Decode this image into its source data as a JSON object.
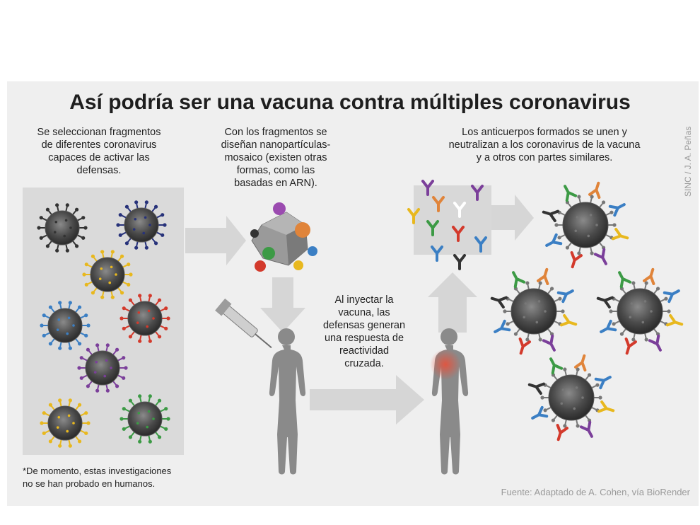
{
  "title": "Así podría ser una vacuna contra múltiples coronavirus",
  "credit": "SINC / J. A. Peñas",
  "steps": {
    "step1": [
      "Se seleccionan fragmentos",
      "de diferentes coronavirus",
      "capaces de activar las",
      "defensas."
    ],
    "step2": [
      "Con los fragmentos se",
      "diseñan nanopartículas-",
      "mosaico (existen otras",
      "formas, como las",
      "basadas en ARN)."
    ],
    "step3": [
      "Los anticuerpos formados se unen y",
      "neutralizan a los coronavirus de la vacuna",
      "y a otros con partes similares."
    ],
    "step4": [
      "Al inyectar la",
      "vacuna, las",
      "defensas generan",
      "una respuesta de",
      "reactividad",
      "cruzada."
    ]
  },
  "note": [
    "*De momento, estas investigaciones",
    "no se han probado en humanos."
  ],
  "source": "Fuente: Adaptado de A. Cohen, vía BioRender",
  "colors": {
    "purple": "#7b3f9a",
    "orange": "#e0843a",
    "red": "#d33a2c",
    "blue": "#3b7fc4",
    "green": "#3c9a45",
    "yellow": "#e8b81e",
    "black": "#333333",
    "navy": "#27327a",
    "gray_arrow": "#d6d6d6"
  }
}
